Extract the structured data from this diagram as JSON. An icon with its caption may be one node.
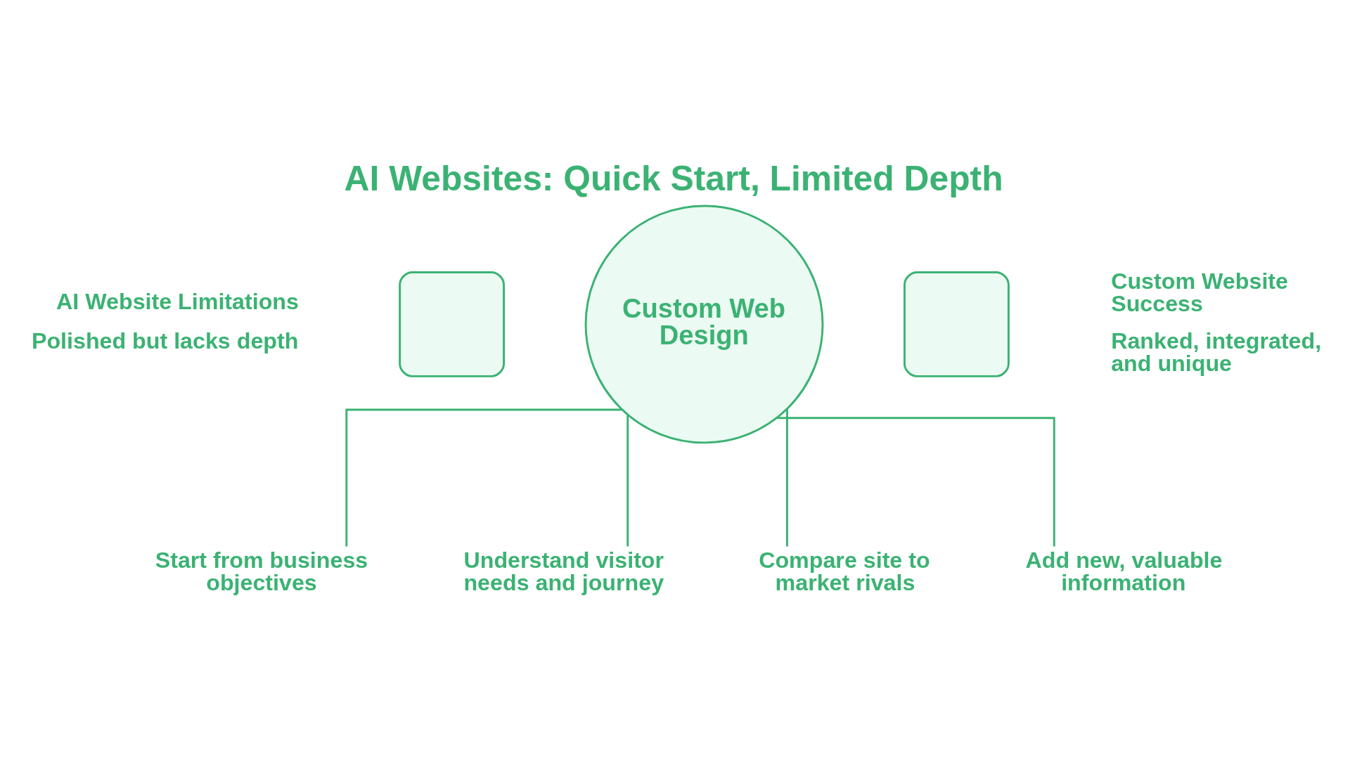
{
  "diagram": {
    "title": "AI Websites: Quick Start, Limited Depth",
    "nodes": [
      {
        "text": [],
        "shape": "box",
        "beside": [
          "AI Website Limitations",
          "Polished but lacks depth"
        ]
      },
      {
        "text": [
          "Custom Web Design"
        ]
      },
      {
        "text": [],
        "shape": "box",
        "beside": [
          "Custom Website Success",
          "Ranked, integrated, and unique"
        ]
      },
      {
        "text": [
          "Start from business objectives"
        ]
      },
      {
        "text": [
          "Understand visitor needs and journey"
        ]
      },
      {
        "text": [
          "Compare site to market rivals"
        ]
      },
      {
        "text": [
          "Add new, valuable information"
        ]
      }
    ],
    "edges": [
      {
        "from": 1,
        "to": 3,
        "arrow": "none"
      },
      {
        "from": 1,
        "to": 4,
        "arrow": "none"
      },
      {
        "from": 1,
        "to": 5,
        "arrow": "none"
      },
      {
        "from": 1,
        "to": 6,
        "arrow": "none"
      }
    ]
  }
}
